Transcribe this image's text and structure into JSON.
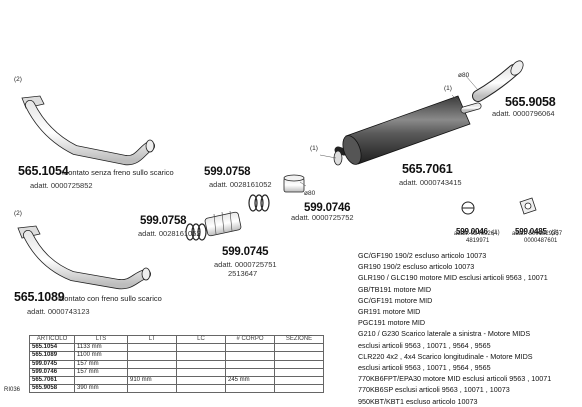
{
  "parts": {
    "p1054": {
      "code": "565.1054",
      "desc": "Montato senza freno sullo scarico",
      "adatt": "adatt. 0000725852",
      "qty": "(2)"
    },
    "p1089": {
      "code": "565.1089",
      "desc": "Montato con freno sullo scarico",
      "adatt": "adatt. 0000743123",
      "qty": "(2)"
    },
    "p0758a": {
      "code": "599.0758",
      "adatt": "adatt. 0028161052"
    },
    "p0758b": {
      "code": "599.0758",
      "adatt": "adatt. 0028161052"
    },
    "p0745": {
      "code": "599.0745",
      "adatt1": "adatt. 0000725751",
      "adatt2": "2513647"
    },
    "p0746": {
      "code": "599.0746",
      "adatt": "adatt. 0000725752",
      "dia": "ø80"
    },
    "p7061": {
      "code": "565.7061",
      "adatt": "adatt. 0000743415",
      "qty1": "(1)",
      "qty2": "(1)"
    },
    "p9058": {
      "code": "565.9058",
      "adatt": "adatt. 0000796064",
      "dia": "ø80"
    },
    "p0046": {
      "code": "599.0046",
      "qty": "(1)",
      "adatt1": "adatt. 02469264",
      "adatt2": "4819971"
    },
    "p0485": {
      "code": "599.0485",
      "qty": "(2)",
      "adatt1": "adatt. 5001829357",
      "adatt2": "0000487601"
    }
  },
  "notes": [
    "GC/GF190 190/2 escluso articolo 10073",
    "GR190 190/2 escluso articolo 10073",
    "GLR190 / GLC190 motore MID esclusi articoli 9563 , 10071",
    "GB/TB191 motore MID",
    "GC/GF191 motore MID",
    "GR191 motore MID",
    "PGC191 motore MID",
    "G210 / G230 Scarico laterale a sinistra - Motore MIDS",
    "esclusi articoli 9563 , 10071 , 9564 , 9565",
    "CLR220 4x2 , 4x4 Scarico longitudinale - Motore MIDS",
    "esclusi articoli 9563 , 10071 , 9564 , 9565",
    "770KB6FPT/EPA30 motore MID esclusi articoli 9563 , 10071",
    "770KB6SP esclusi articoli 9563 , 10071 , 10073",
    "950KBT/KBT1 escluso articolo 10073"
  ],
  "table": {
    "headers": [
      "ARTICOLO",
      "LTS",
      "LT",
      "LC",
      "# CORPO",
      "SEZIONE"
    ],
    "rows": [
      [
        "565.1054",
        "1133 mm",
        "",
        "",
        "",
        ""
      ],
      [
        "565.1089",
        "1100 mm",
        "",
        "",
        "",
        ""
      ],
      [
        "599.0745",
        "157 mm",
        "",
        "",
        "",
        ""
      ],
      [
        "599.0746",
        "157 mm",
        "",
        "",
        "",
        ""
      ],
      [
        "565.7061",
        "",
        "910 mm",
        "",
        "245 mm",
        ""
      ],
      [
        "565.9058",
        "390 mm",
        "",
        "",
        "",
        ""
      ]
    ]
  },
  "ref": "RI036"
}
